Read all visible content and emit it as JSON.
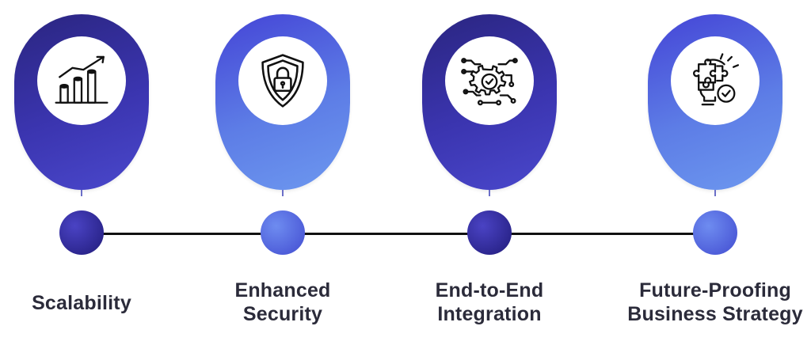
{
  "steps": [
    {
      "id": "scalability",
      "lines": [
        "Scalability"
      ],
      "icon": "bar-chart-growth-icon",
      "tone": "dark"
    },
    {
      "id": "security",
      "lines": [
        "Enhanced",
        "Security"
      ],
      "icon": "shield-lock-icon",
      "tone": "light"
    },
    {
      "id": "integration",
      "lines": [
        "End-to-End",
        "Integration"
      ],
      "icon": "gear-circuit-check-icon",
      "tone": "dark"
    },
    {
      "id": "future",
      "lines": [
        "Future-Proofing",
        "Business Strategy"
      ],
      "icon": "puzzle-bulb-check-icon",
      "tone": "light"
    }
  ],
  "colors": {
    "dark_start": "#2a2580",
    "dark_end": "#4a48cc",
    "light_start": "#4444d6",
    "light_end": "#6d98ef",
    "text": "#2b2b3a",
    "line": "#111111"
  }
}
